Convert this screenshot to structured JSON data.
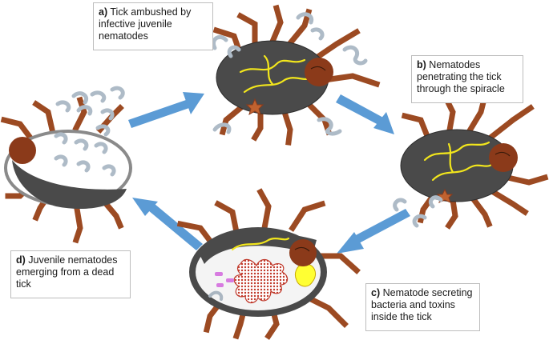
{
  "steps": [
    {
      "letter": "a)",
      "text": "Tick ambushed by infective juvenile nematodes"
    },
    {
      "letter": "b)",
      "text": "Nematodes penetrating the tick through the spiracle"
    },
    {
      "letter": "c)",
      "text": "Nematode secreting bacteria and toxins inside the tick"
    },
    {
      "letter": "d)",
      "text": "Juvenile nematodes emerging from a dead tick"
    }
  ],
  "colors": {
    "tick_body": "#4a4a4a",
    "tick_head": "#8b3a1a",
    "tick_legs": "#9c4a22",
    "nematode": "#c9d3dc",
    "arrow": "#5b9bd5",
    "internal_nematode": "#ffff33",
    "bacteria": "#c0392b",
    "toxin": "#d77be0",
    "spiracle": "#c0622f"
  }
}
